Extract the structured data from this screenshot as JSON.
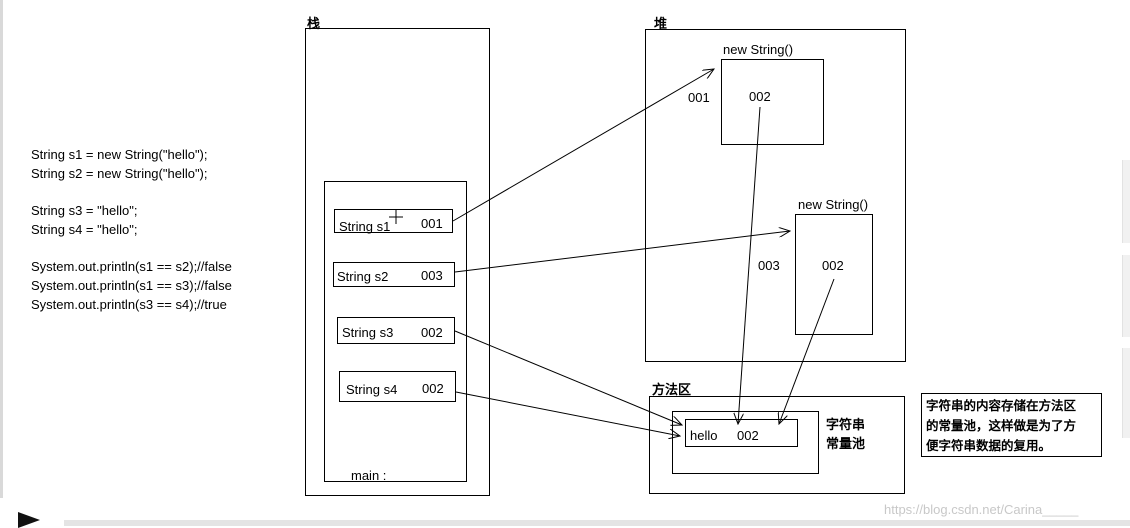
{
  "code_lines": [
    "String s1 = new String(\"hello\");",
    "String s2 = new String(\"hello\");",
    "",
    "String s3 = \"hello\";",
    "String s4 = \"hello\";",
    "",
    "System.out.println(s1 == s2);//false",
    "System.out.println(s1 == s3);//false",
    "System.out.println(s3 == s4);//true"
  ],
  "stack": {
    "title": "栈",
    "frame_label": "main :",
    "vars": [
      {
        "name": "String s1",
        "addr": "001"
      },
      {
        "name": "String s2",
        "addr": "003"
      },
      {
        "name": "String s3",
        "addr": "002"
      },
      {
        "name": "String s4",
        "addr": "002"
      }
    ]
  },
  "heap": {
    "title": "堆",
    "objects": [
      {
        "label": "new String()",
        "addr": "001",
        "value": "002"
      },
      {
        "label": "new String()",
        "addr": "003",
        "value": "002"
      }
    ]
  },
  "method_area": {
    "title": "方法区",
    "pool_label_line1": "字符串",
    "pool_label_line2": "常量池",
    "pool_entry": {
      "text": "hello",
      "addr": "002"
    }
  },
  "note": {
    "line1": "字符串的内容存储在方法区",
    "line2": "的常量池，这样做是为了方",
    "line3": "便字符串数据的复用。"
  },
  "watermark": "https://blog.csdn.net/Carina_____"
}
